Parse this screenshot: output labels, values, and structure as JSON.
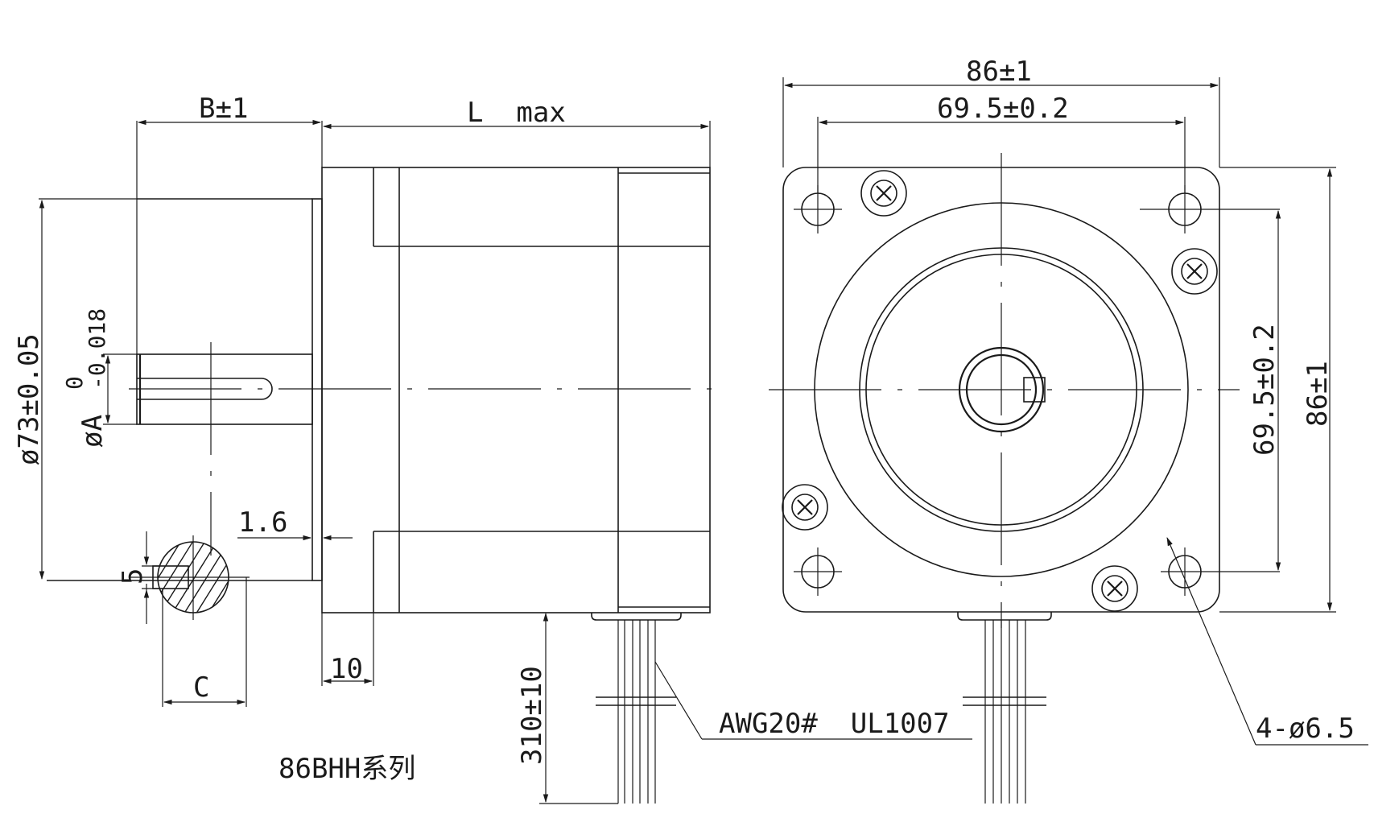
{
  "dimensions": {
    "shaft_length": "B±1",
    "body_length": "L  max",
    "flange_width_top": "86±1",
    "hole_spacing_top": "69.5±0.2",
    "flange_diameter": "ø73±0.05",
    "shaft_diameter": "øA",
    "shaft_tol_upper": "0",
    "shaft_tol_lower": "-0.018",
    "flat_depth": "1.6",
    "flat_height": "5",
    "flat_width": "C",
    "flange_thickness": "10",
    "lead_length": "310±10",
    "wire_spec": "AWG20#  UL1007",
    "mount_holes": "4-ø6.5",
    "hole_spacing_side": "69.5±0.2",
    "flange_height_side": "86±1"
  },
  "series_label": "86BHH系列"
}
